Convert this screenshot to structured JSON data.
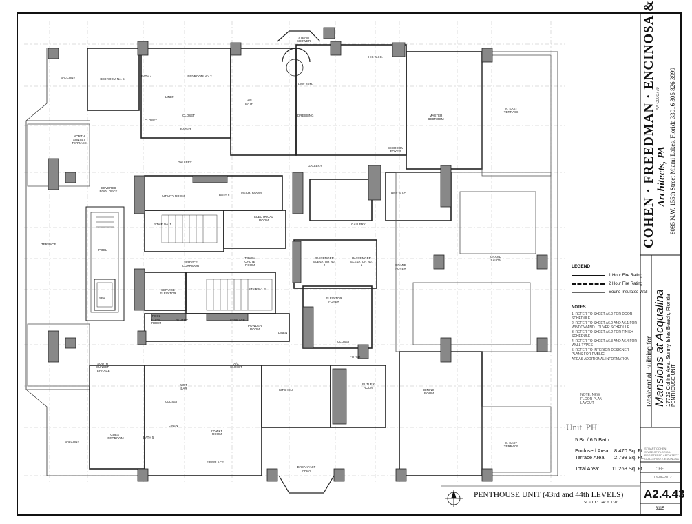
{
  "firm": {
    "name": "COHEN · FREEDMAN · ENCINOSA & ASSOC.",
    "subtitle": "Architects, PA",
    "address": "8085 N.W. 155th Street   Miami Lakes, Florida   33016   305 826 3999",
    "license": "AA C000779"
  },
  "project": {
    "line1": "Residential Building for",
    "line2": "Mansions at Acqualina",
    "line3": "17729 Collins Ave. Sunny Isles Beach, Florida",
    "line4": "PENTHOUSE UNIT"
  },
  "stamps": {
    "s1": "STUART COHEN",
    "s2": "STATE OF FLORIDA",
    "s3": "REGISTERED ARCHITECT",
    "s4": "GUILLERMO J. ENCINOSA"
  },
  "legend": {
    "title": "LEGEND",
    "items": [
      "1 Hour Fire Rating",
      "2 Hour Fire Rating",
      "Sound Insulated Wall"
    ]
  },
  "notes": {
    "title": "NOTES",
    "items": [
      "1. REFER TO SHEET A6.0 FOR DOOR SCHEDULE",
      "2. REFER TO SHEET A6.0 AND A6.1 FOR",
      "   WINDOW AND LOUVER SCHEDULE",
      "3. REFER TO SHEET A6.2 FOR FINISH SCHEDULE",
      "4. REFER TO SHEET A6.3 AND A6.4 FOR WALL TYPES",
      "5. REFER TO INTERIOR DESIGNER PLANS FOR PUBLIC",
      "   AREAS ADDITIONAL INFORMATION"
    ]
  },
  "unit": {
    "name": "Unit 'PH'",
    "rooms": "5 Br. / 6.5 Bath",
    "enclosed_label": "Enclosed Area:",
    "enclosed_value": "8,470 Sq. Ft.",
    "terrace_label": "Terrace Area:",
    "terrace_value": "2,798 Sq. Ft.",
    "total_label": "Total Area:",
    "total_value": "11,268 Sq. Ft."
  },
  "sheet": {
    "title": "PENTHOUSE UNIT (43rd and 44th  LEVELS)",
    "scale": "SCALE: 1/4\" = 1'-0\"",
    "number": "A2.4.43",
    "drawn": "CFE",
    "date": "09-06-2012",
    "job": "3115",
    "note_small": "NOTE: NEW FLOOR PLAN LAYOUT"
  },
  "rooms": [
    {
      "id": "balcony-top",
      "label": "BALCONY"
    },
    {
      "id": "bedroom-5",
      "label": "BEDROOM No. 5"
    },
    {
      "id": "bath-4",
      "label": "BATH 4"
    },
    {
      "id": "bedroom-2",
      "label": "BEDROOM No. 2"
    },
    {
      "id": "linen-top",
      "label": "LINEN"
    },
    {
      "id": "closet-top",
      "label": "CLOSET"
    },
    {
      "id": "bath-3",
      "label": "BATH 3"
    },
    {
      "id": "closet-b5",
      "label": "CLOSET"
    },
    {
      "id": "his-bath",
      "label": "HIS BATH"
    },
    {
      "id": "her-bath",
      "label": "HER BATH"
    },
    {
      "id": "steam-shower",
      "label": "STEAM SHOWER"
    },
    {
      "id": "his-wic",
      "label": "HIS W.I.C."
    },
    {
      "id": "dressing",
      "label": "DRESSING"
    },
    {
      "id": "master-bedroom",
      "label": "MASTER BEDROOM"
    },
    {
      "id": "n-east-terrace",
      "label": "N. EAST TERRACE"
    },
    {
      "id": "bedroom-foyer",
      "label": "BEDROOM FOYER"
    },
    {
      "id": "her-wic",
      "label": "HER W.I.C."
    },
    {
      "id": "north-sunset-terrace",
      "label": "NORTH SUNSET TERRACE"
    },
    {
      "id": "gallery-1",
      "label": "GALLERY"
    },
    {
      "id": "gallery-2",
      "label": "GALLERY"
    },
    {
      "id": "gallery-3",
      "label": "GALLERY"
    },
    {
      "id": "covered-pool-deck",
      "label": "COVERED POOL DECK"
    },
    {
      "id": "utility-room",
      "label": "UTILITY ROOM"
    },
    {
      "id": "bath-6",
      "label": "BATH 6"
    },
    {
      "id": "mech-room",
      "label": "MECH. ROOM"
    },
    {
      "id": "electrical-room",
      "label": "ELECTRICAL ROOM"
    },
    {
      "id": "stair-1",
      "label": "STAIR No. 1"
    },
    {
      "id": "pool",
      "label": "POOL"
    },
    {
      "id": "terrace-w",
      "label": "TERRACE"
    },
    {
      "id": "spa",
      "label": "SPA"
    },
    {
      "id": "trash-chute",
      "label": "TRASH CHUTE ROOM"
    },
    {
      "id": "service-corridor",
      "label": "SERVICE CORRIDOR"
    },
    {
      "id": "service-elevator",
      "label": "SERVICE ELEVATOR"
    },
    {
      "id": "stair-2",
      "label": "STAIR No. 2"
    },
    {
      "id": "pass-elev-2",
      "label": "PASSENGER ELEVATOR No. 2"
    },
    {
      "id": "pass-elev-1",
      "label": "PASSENGER ELEVATOR No. 1"
    },
    {
      "id": "grand-foyer",
      "label": "GRAND FOYER"
    },
    {
      "id": "grand-salon",
      "label": "GRAND SALON"
    },
    {
      "id": "elevator-foyer",
      "label": "ELEVATOR FOYER"
    },
    {
      "id": "pool-equip",
      "label": "POOL EQPM. ROOM"
    },
    {
      "id": "pantry",
      "label": "PANTRY"
    },
    {
      "id": "storage",
      "label": "STORAGE"
    },
    {
      "id": "powder-room",
      "label": "POWDER ROOM"
    },
    {
      "id": "linen-mid",
      "label": "LINEN"
    },
    {
      "id": "closet-mid",
      "label": "CLOSET"
    },
    {
      "id": "foyer-mid",
      "label": "FOYER"
    },
    {
      "id": "south-sunset-terrace",
      "label": "SOUTH SUNSET TERRACE"
    },
    {
      "id": "wet-bar",
      "label": "WET BAR"
    },
    {
      "id": "ac-closet",
      "label": "A/C CLOSET"
    },
    {
      "id": "kitchen",
      "label": "KITCHEN"
    },
    {
      "id": "butler-room",
      "label": "BUTLER ROOM"
    },
    {
      "id": "dining-room",
      "label": "DINING ROOM"
    },
    {
      "id": "family-room",
      "label": "FAMILY ROOM"
    },
    {
      "id": "guest-bedroom",
      "label": "GUEST BEDROOM"
    },
    {
      "id": "balcony-bottom",
      "label": "BALCONY"
    },
    {
      "id": "bath-5",
      "label": "BATH 5"
    },
    {
      "id": "linen-bottom",
      "label": "LINEN"
    },
    {
      "id": "closet-bottom",
      "label": "CLOSET"
    },
    {
      "id": "breakfast-area",
      "label": "BREAKFAST AREA"
    },
    {
      "id": "s-east-terrace",
      "label": "S. EAST TERRACE"
    },
    {
      "id": "fireplace",
      "label": "FIREPLACE"
    }
  ]
}
